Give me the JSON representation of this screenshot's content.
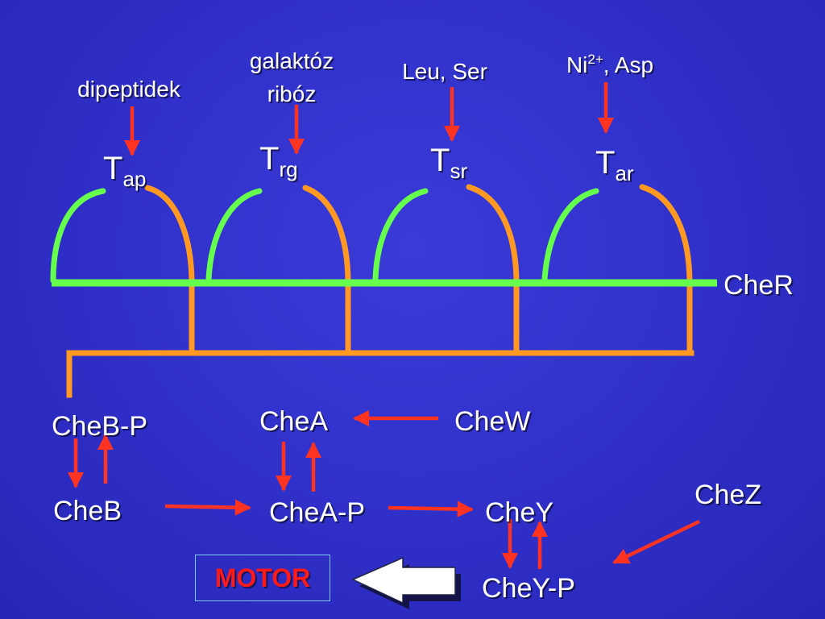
{
  "colors": {
    "background": "#2f2fc8",
    "membrane": "#66ff4d",
    "receptor_cytoplasmic": "#ff9922",
    "arrow": "#ff3322",
    "text": "#ffffff",
    "motor_text": "#ff1a1a"
  },
  "ligands": {
    "dipeptides": "dipeptidek",
    "galactose": "galaktóz",
    "ribose": "ribóz",
    "leu_ser": "Leu, Ser",
    "ni_base": "Ni",
    "ni_sup": "2+",
    "asp": ", Asp"
  },
  "receptors": [
    {
      "base": "T",
      "sub": "ap"
    },
    {
      "base": "T",
      "sub": "rg"
    },
    {
      "base": "T",
      "sub": "sr"
    },
    {
      "base": "T",
      "sub": "ar"
    }
  ],
  "proteins": {
    "cher": "CheR",
    "chebp": "CheB-P",
    "cheb": "CheB",
    "chea": "CheA",
    "chew": "CheW",
    "cheap": "CheA-P",
    "chey": "CheY",
    "cheyp": "CheY-P",
    "chez": "CheZ"
  },
  "motor": "MOTOR"
}
